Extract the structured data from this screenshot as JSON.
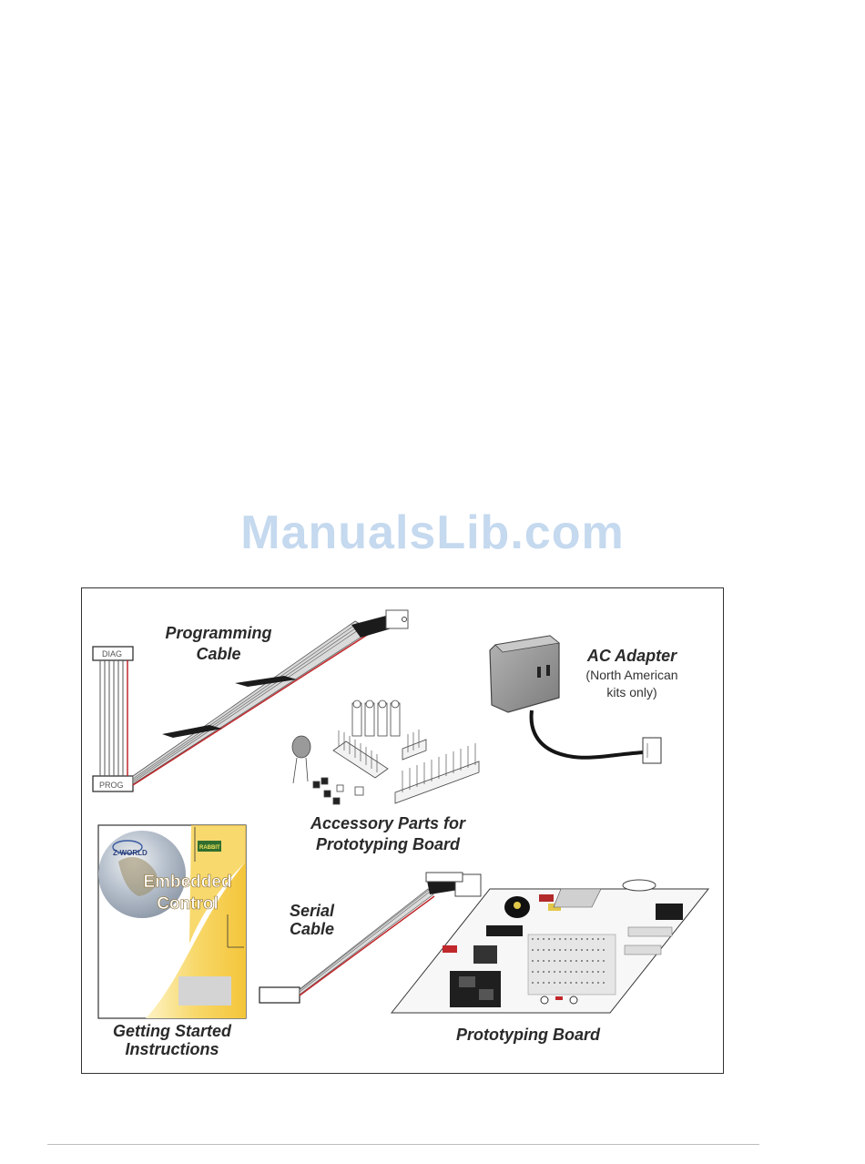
{
  "watermark": "ManualsLib.com",
  "figure": {
    "programming_cable": [
      "Programming",
      "Cable"
    ],
    "diag_label": "DIAG",
    "prog_label": "PROG",
    "ac_adapter": "AC Adapter",
    "ac_adapter_note": [
      "(North American",
      "kits only)"
    ],
    "accessory_parts": [
      "Accessory Parts for",
      "Prototyping Board"
    ],
    "serial_cable": [
      "Serial",
      "Cable"
    ],
    "getting_started": [
      "Getting Started",
      "Instructions"
    ],
    "prototyping_board": "Prototyping Board",
    "booklet_logo": "Z-WORLD",
    "booklet_title": [
      "Embedded",
      "Control"
    ],
    "booklet_badge": "RABBIT"
  }
}
